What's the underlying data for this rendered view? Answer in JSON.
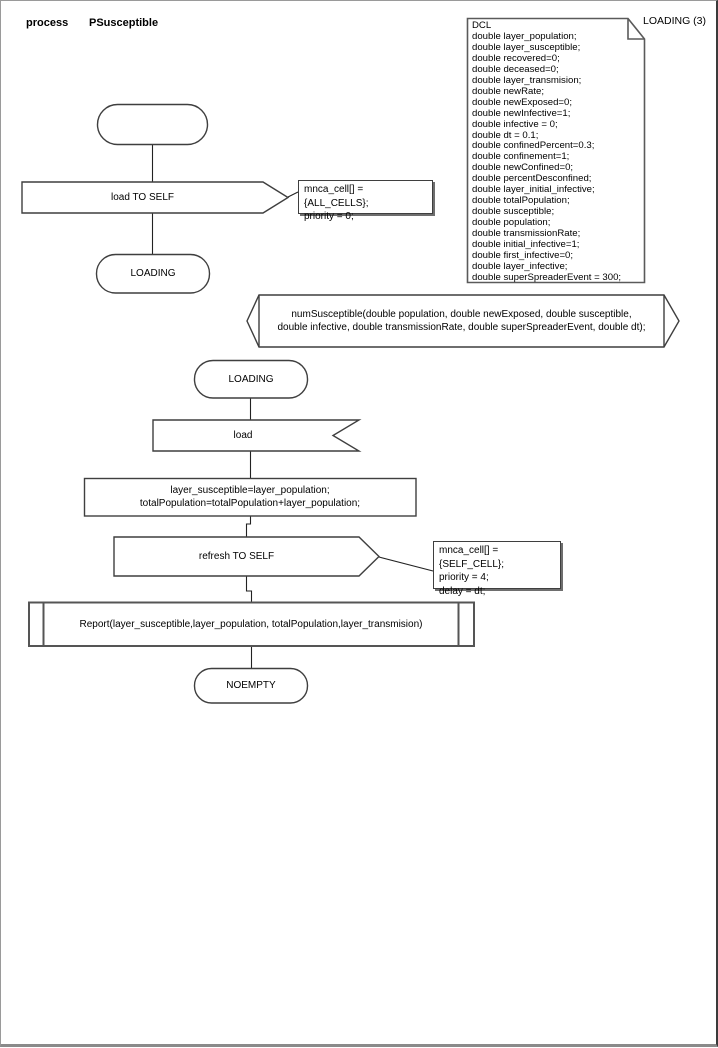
{
  "header": {
    "keyword": "process",
    "name": "PSusceptible",
    "page_label": "LOADING (3)"
  },
  "declarations": {
    "lines": [
      "DCL",
      "double layer_population;",
      "double layer_susceptible;",
      "double recovered=0;",
      "double deceased=0;",
      "double layer_transmision;",
      "double newRate;",
      "double newExposed=0;",
      "double newInfective=1;",
      "double infective = 0;",
      "double dt = 0.1;",
      "double confinedPercent=0.3;",
      "double confinement=1;",
      "double newConfined=0;",
      "double percentDesconfined;",
      "double layer_initial_infective;",
      "double totalPopulation;",
      "double susceptible;",
      "double population;",
      "double transmissionRate;",
      "double initial_infective=1;",
      "double first_infective=0;",
      "double layer_infective;",
      "double superSpreaderEvent = 300;"
    ]
  },
  "procedure_decl": {
    "lines": [
      "numSusceptible(double population, double newExposed, double susceptible,",
      "double infective, double transmissionRate, double superSpreaderEvent, double dt);"
    ]
  },
  "flow1": {
    "output_load_label": "load TO SELF",
    "output_load_comment": [
      "mnca_cell[] = {ALL_CELLS};",
      "priority = 0;"
    ],
    "state_loading": "LOADING"
  },
  "flow2": {
    "state_loading": "LOADING",
    "input_load_label": "load",
    "task_lines": [
      "layer_susceptible=layer_population;",
      "totalPopulation=totalPopulation+layer_population;"
    ],
    "output_refresh_label": "refresh TO SELF",
    "output_refresh_comment": [
      "mnca_cell[] = {SELF_CELL};",
      "priority = 4;",
      "delay = dt;"
    ],
    "procedure_call": "Report(layer_susceptible,layer_population, totalPopulation,layer_transmision)",
    "state_noempty": "NOEMPTY"
  }
}
